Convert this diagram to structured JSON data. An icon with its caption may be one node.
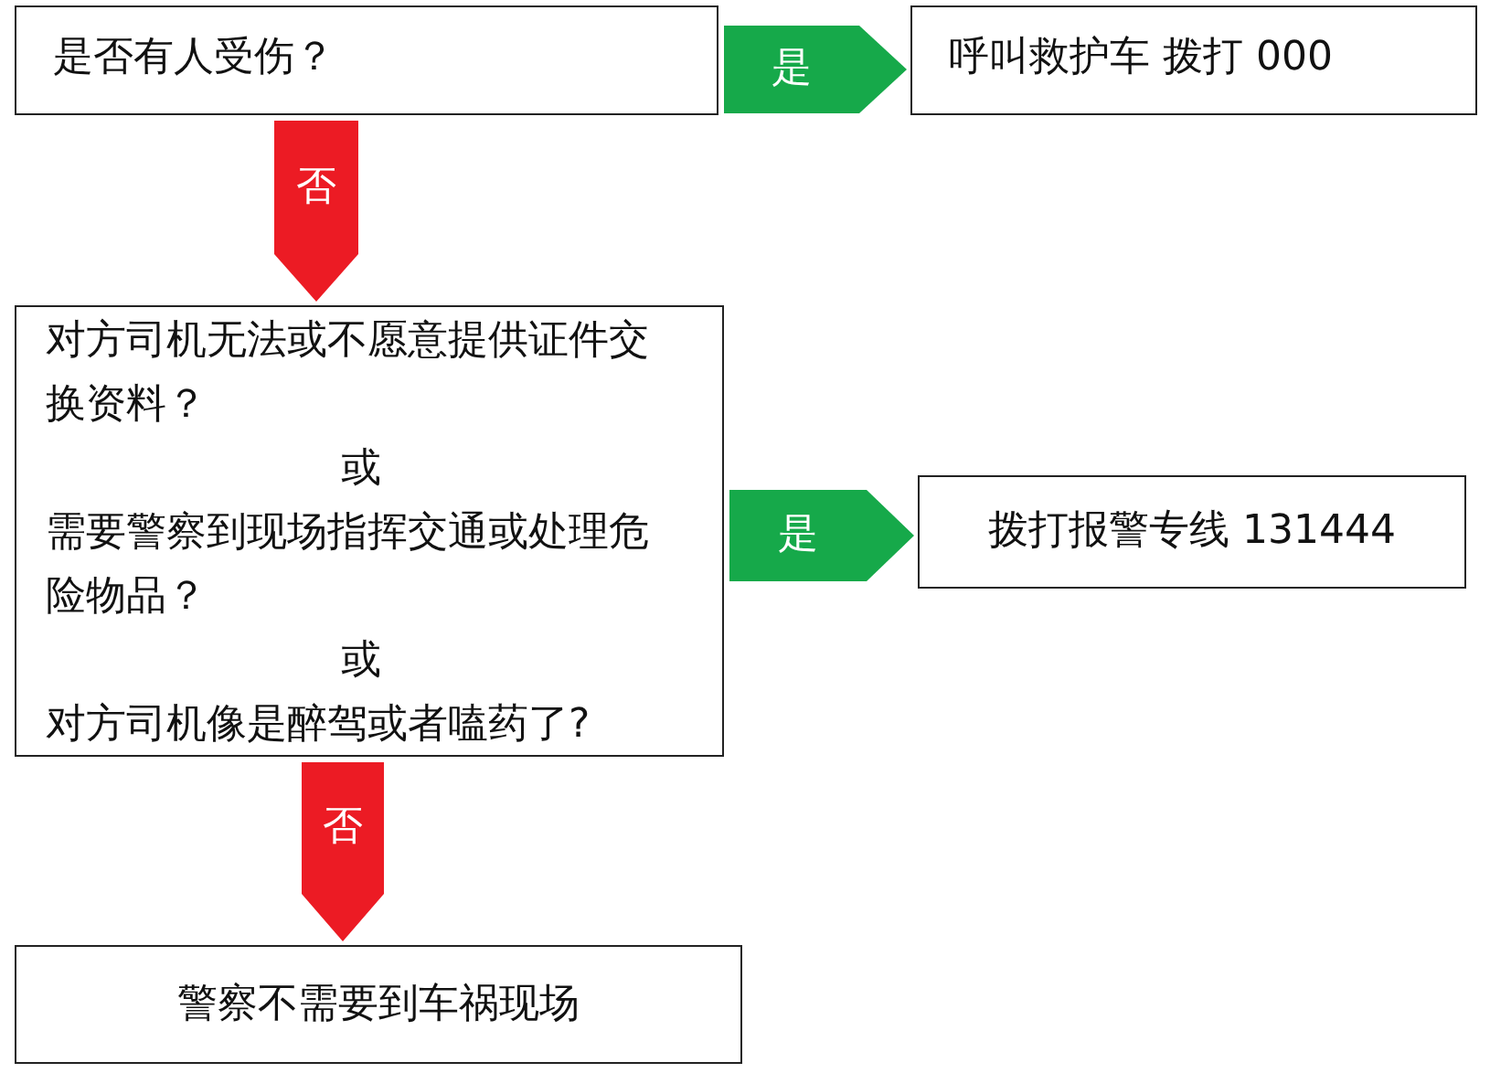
{
  "diagram": {
    "nodes": [
      {
        "text": [
          "是否有人受伤？"
        ]
      },
      {
        "text": [
          "呼叫救护车 拨打 000"
        ]
      },
      {
        "text": [
          "对方司机无法或不愿意提供证件交换资料？",
          "或",
          "需要警察到现场指挥交通或处理危险物品？",
          "或",
          "对方司机像是醉驾或者嗑药了?"
        ]
      },
      {
        "text": [
          "拨打报警专线 131444"
        ]
      },
      {
        "text": [
          "警察不需要到车祸现场"
        ]
      }
    ],
    "edges": [
      {
        "from": 0,
        "to": 1,
        "arrow": "to",
        "label": "是",
        "color": "#16a94a"
      },
      {
        "from": 0,
        "to": 2,
        "arrow": "to",
        "label": "否",
        "color": "#ec1b24"
      },
      {
        "from": 2,
        "to": 3,
        "arrow": "to",
        "label": "是",
        "color": "#16a94a"
      },
      {
        "from": 2,
        "to": 4,
        "arrow": "to",
        "label": "否",
        "color": "#ec1b24"
      }
    ]
  }
}
